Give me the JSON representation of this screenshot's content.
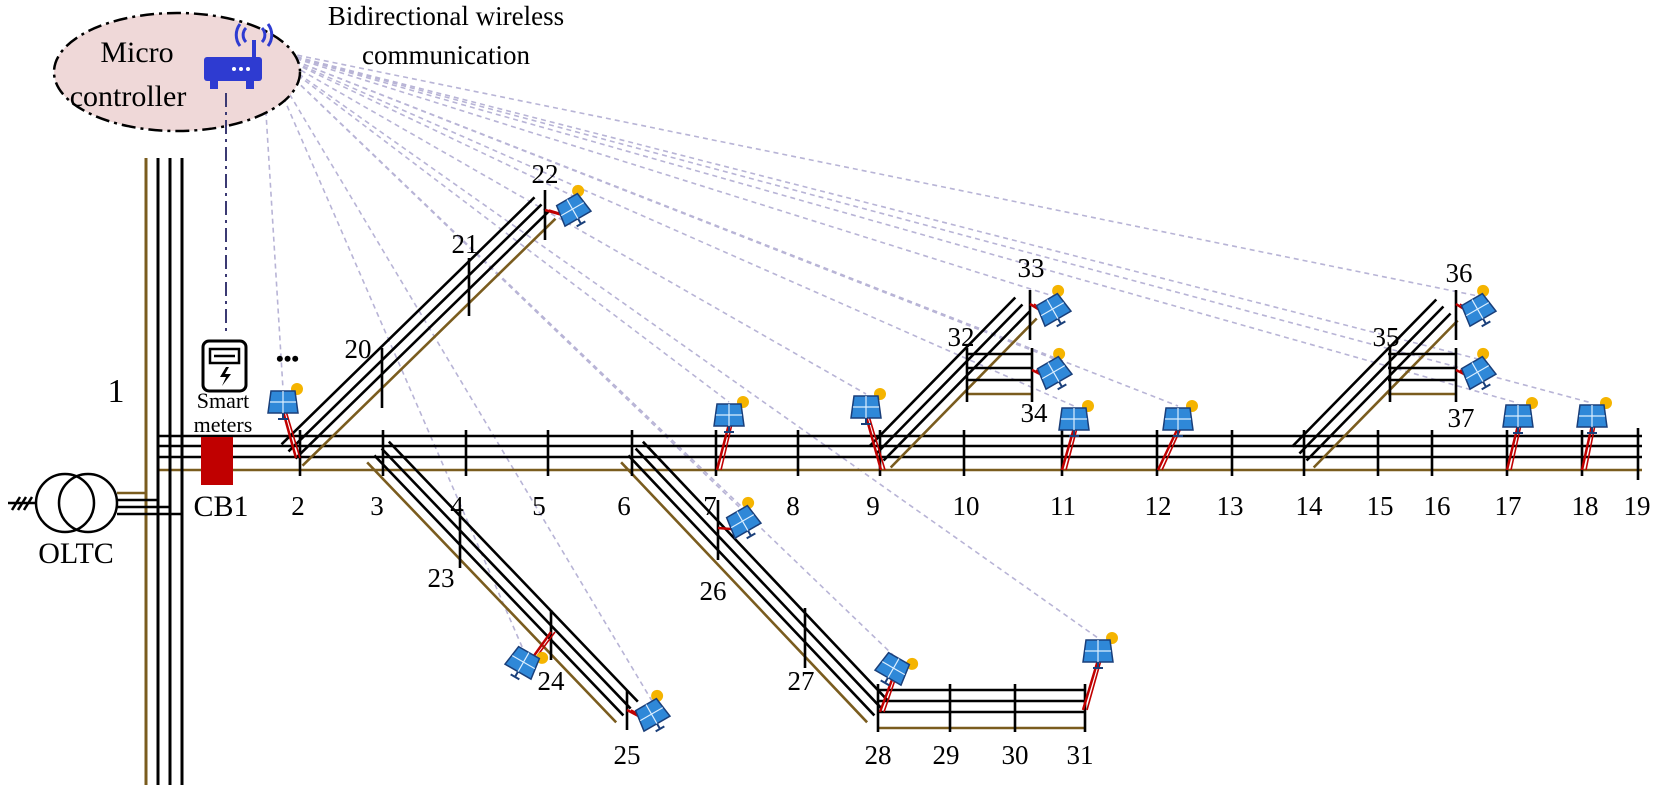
{
  "title_line1": "Bidirectional wireless",
  "title_line2": "communication",
  "controller_line1": "Micro",
  "controller_line2": "controller",
  "smart_meters_line1": "Smart",
  "smart_meters_line2": "meters",
  "meter_ellipsis": "•••",
  "cb_label": "CB1",
  "oltc_label": "OLTC",
  "bus1_label": "1",
  "nodes": [
    "2",
    "3",
    "4",
    "5",
    "6",
    "7",
    "8",
    "9",
    "10",
    "11",
    "12",
    "13",
    "14",
    "15",
    "16",
    "17",
    "18",
    "19",
    "20",
    "21",
    "22",
    "23",
    "24",
    "25",
    "26",
    "27",
    "28",
    "29",
    "30",
    "31",
    "32",
    "33",
    "34",
    "35",
    "36",
    "37"
  ],
  "pv_nodes": [
    "2",
    "7",
    "9",
    "11",
    "12",
    "17",
    "18",
    "22",
    "24",
    "25",
    "26",
    "28",
    "31",
    "33",
    "34",
    "36",
    "37"
  ],
  "colors": {
    "line": "#000000",
    "neutral": "#7a5c1e",
    "breaker": "#c00000",
    "pv_link": "#c00000",
    "wireless": "#b8b4d6",
    "controller_fill": "#efd8d8",
    "router": "#2e3bd1",
    "panel": "#2f88d8",
    "sun": "#f5b400"
  },
  "icons": [
    "router-icon",
    "smart-meter-icon",
    "pv-panel-icon",
    "sun-icon",
    "transformer-icon",
    "ground-icon"
  ]
}
